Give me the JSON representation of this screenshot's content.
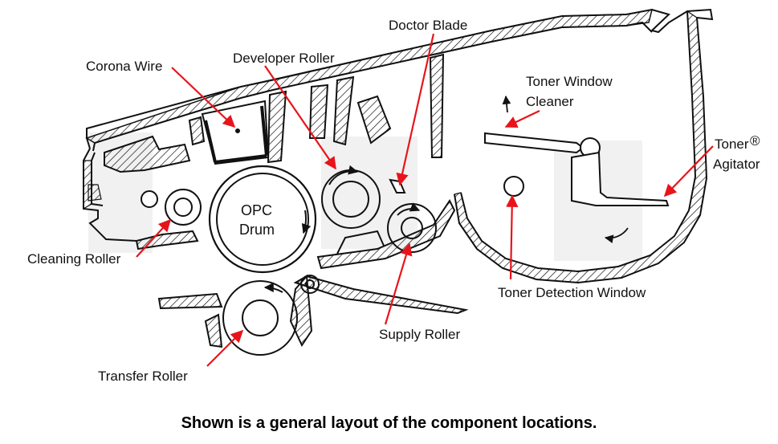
{
  "labels": {
    "corona_wire": "Corona Wire",
    "developer_roller": "Developer Roller",
    "doctor_blade": "Doctor Blade",
    "toner_window_cleaner_1": "Toner Window",
    "toner_window_cleaner_2": "Cleaner",
    "toner_agitator_1": "Toner",
    "toner_agitator_2": "Agitator",
    "cleaning_roller": "Cleaning Roller",
    "opc_drum_1": "OPC",
    "opc_drum_2": "Drum",
    "toner_detection_window": "Toner Detection Window",
    "supply_roller": "Supply Roller",
    "transfer_roller": "Transfer Roller",
    "trademark": "®"
  },
  "caption": "Shown is a general layout of the component locations.",
  "colors": {
    "arrow": "#e8141b",
    "line": "#111111"
  }
}
